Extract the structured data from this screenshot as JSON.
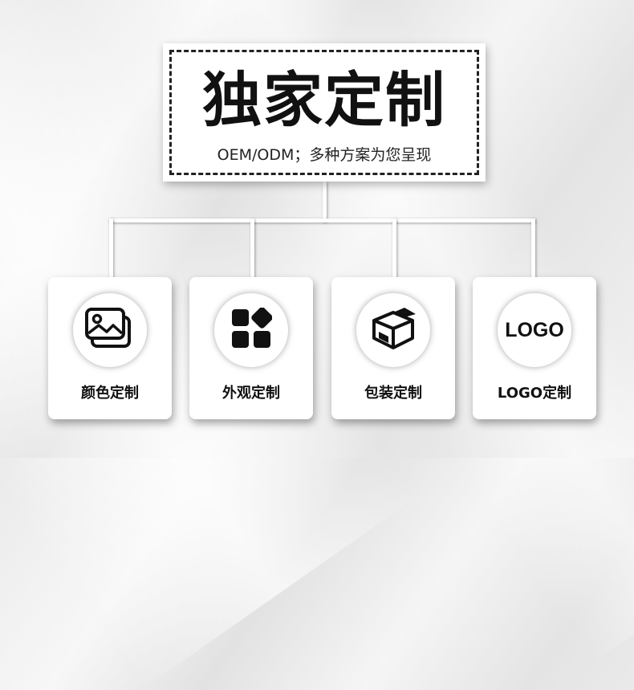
{
  "header": {
    "title": "独家定制",
    "subtitle": "OEM/ODM；多种方案为您呈现"
  },
  "cards": [
    {
      "label": "颜色定制",
      "icon": "image-gallery-icon"
    },
    {
      "label": "外观定制",
      "icon": "shapes-icon"
    },
    {
      "label": "包装定制",
      "icon": "box-icon"
    },
    {
      "label": "LOGO定制",
      "icon": "logo-text-icon",
      "icon_text": "LOGO"
    }
  ],
  "colors": {
    "accent": "#111111",
    "card_bg": "#ffffff"
  }
}
